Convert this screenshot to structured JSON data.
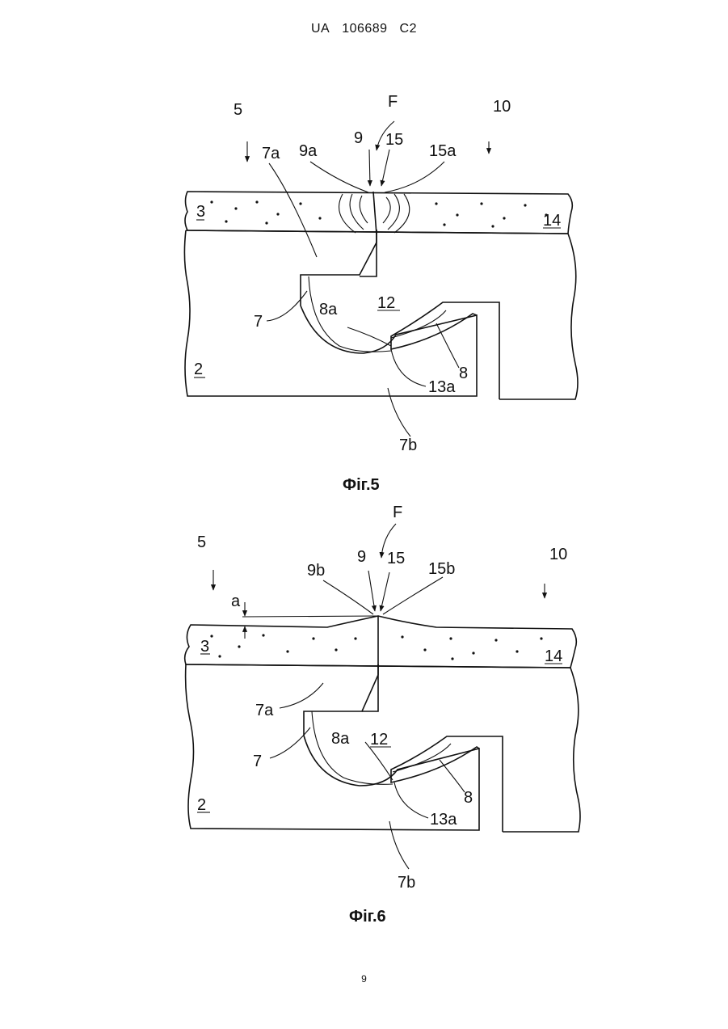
{
  "header": {
    "country": "UA",
    "number": "106689",
    "kind": "C2"
  },
  "page_number": "9",
  "figures": [
    {
      "caption": "Фіг.5",
      "labels": {
        "l5": "5",
        "lF": "F",
        "l10": "10",
        "l7a": "7a",
        "l9a": "9a",
        "l9": "9",
        "l15": "15",
        "l15a": "15a",
        "l3": "3",
        "l14": "14",
        "l12": "12",
        "l8a": "8a",
        "l7": "7",
        "l2": "2",
        "l8": "8",
        "l13a": "13a",
        "l7b": "7b"
      }
    },
    {
      "caption": "Фіг.6",
      "labels": {
        "l5": "5",
        "lF": "F",
        "l10": "10",
        "la": "a",
        "l9": "9",
        "l15": "15",
        "l9b": "9b",
        "l15b": "15b",
        "l3": "3",
        "l14": "14",
        "l7a": "7a",
        "l8a": "8a",
        "l12": "12",
        "l7": "7",
        "l2": "2",
        "l8": "8",
        "l13a": "13a",
        "l7b": "7b"
      }
    }
  ]
}
